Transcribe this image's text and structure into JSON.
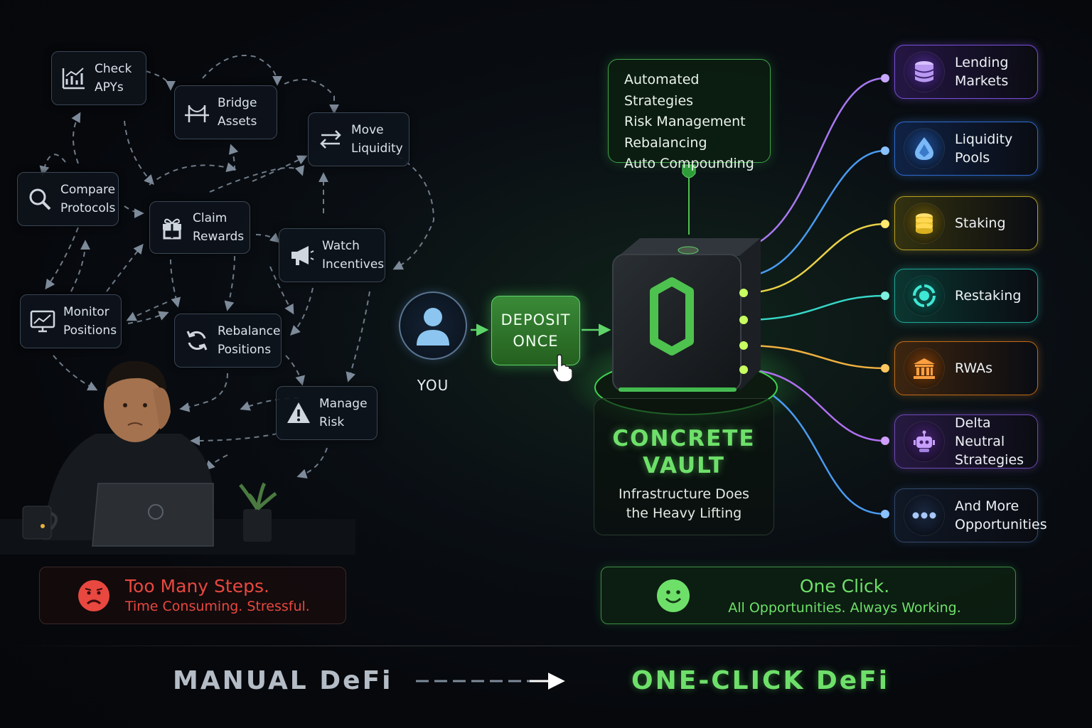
{
  "manual_steps": [
    {
      "line1": "Check",
      "line2": "APYs",
      "icon": "chart-icon"
    },
    {
      "line1": "Bridge",
      "line2": "Assets",
      "icon": "bridge-icon"
    },
    {
      "line1": "Move",
      "line2": "Liquidity",
      "icon": "arrows-icon"
    },
    {
      "line1": "Compare",
      "line2": "Protocols",
      "icon": "search-icon"
    },
    {
      "line1": "Claim",
      "line2": "Rewards",
      "icon": "gift-icon"
    },
    {
      "line1": "Watch",
      "line2": "Incentives",
      "icon": "megaphone-icon"
    },
    {
      "line1": "Monitor",
      "line2": "Positions",
      "icon": "monitor-icon"
    },
    {
      "line1": "Rebalance",
      "line2": "Positions",
      "icon": "refresh-icon"
    },
    {
      "line1": "Manage",
      "line2": "Risk",
      "icon": "warning-icon"
    }
  ],
  "you_label": "YOU",
  "deposit": {
    "line1": "DEPOSIT",
    "line2": "ONCE"
  },
  "features": [
    "Automated Strategies",
    "Risk Management",
    "Rebalancing",
    "Auto Compounding"
  ],
  "vault": {
    "title1": "CONCRETE",
    "title2": "VAULT",
    "sub1": "Infrastructure Does",
    "sub2": "the Heavy Lifting"
  },
  "opportunities": [
    {
      "line1": "Lending",
      "line2": "Markets",
      "icon": "coins-stack-icon",
      "color": "#9b6cf0"
    },
    {
      "line1": "Liquidity",
      "line2": "Pools",
      "icon": "droplet-icon",
      "color": "#4a8ef0"
    },
    {
      "line1": "Staking",
      "line2": "",
      "icon": "gold-coins-icon",
      "color": "#e8c838"
    },
    {
      "line1": "Restaking",
      "line2": "",
      "icon": "ring-icon",
      "color": "#2fd6c0"
    },
    {
      "line1": "RWAs",
      "line2": "",
      "icon": "bank-icon",
      "color": "#f08a2a"
    },
    {
      "line1": "Delta Neutral",
      "line2": "Strategies",
      "icon": "robot-icon",
      "color": "#a068e8"
    },
    {
      "line1": "And More",
      "line2": "Opportunities",
      "icon": "dots-icon",
      "color": "#4a8ef0"
    }
  ],
  "summary_left": {
    "title": "Too Many Steps.",
    "sub": "Time Consuming. Stressful.",
    "color": "#e8483f"
  },
  "summary_right": {
    "title": "One Click.",
    "sub": "All Opportunities. Always Working.",
    "color": "#6ee06a"
  },
  "footer": {
    "left": "MANUAL DeFi",
    "right": "ONE-CLICK DeFi"
  }
}
